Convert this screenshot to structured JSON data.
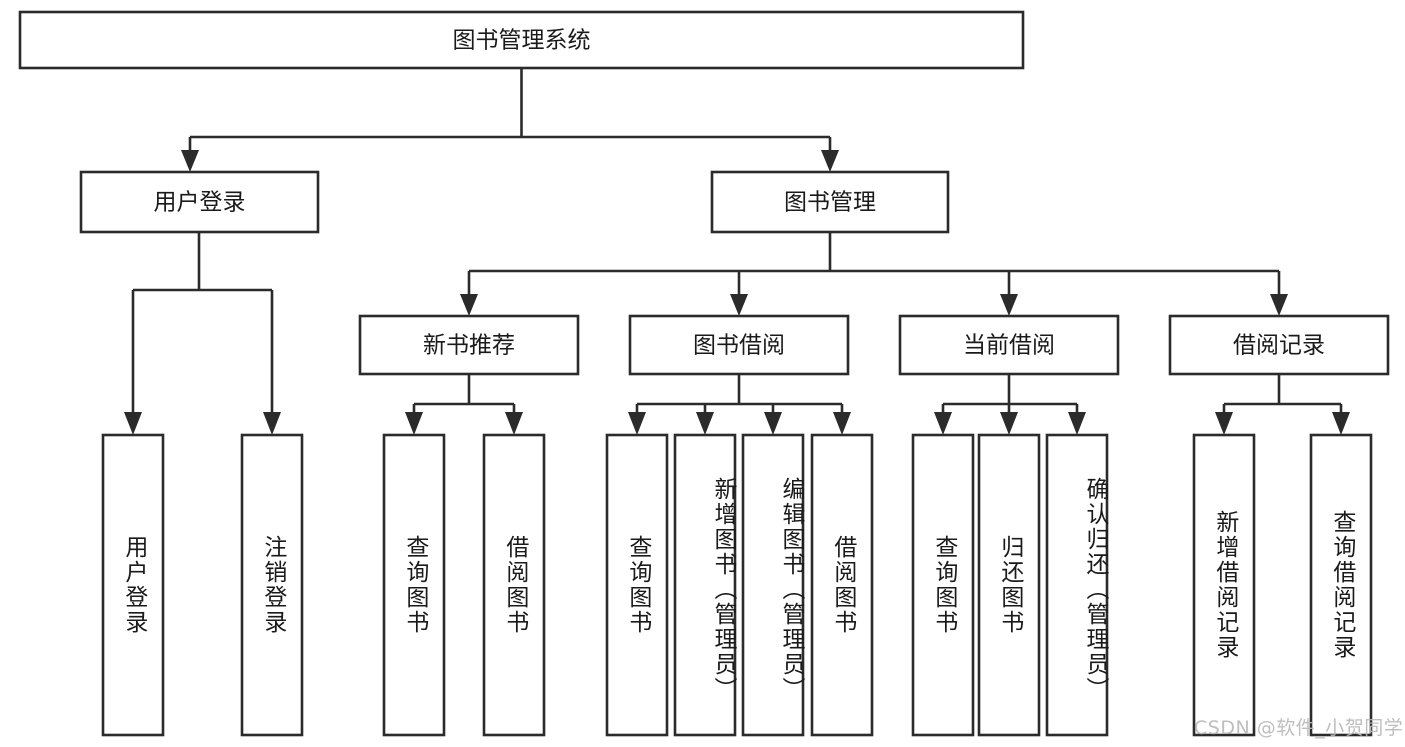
{
  "diagram": {
    "type": "tree-structure-chart",
    "title": "图书管理系统",
    "root": {
      "id": "root",
      "label": "图书管理系统"
    },
    "level2": [
      {
        "id": "user-login",
        "label": "用户登录"
      },
      {
        "id": "book-manage",
        "label": "图书管理"
      }
    ],
    "level3": [
      {
        "id": "new-book-recommend",
        "label": "新书推荐",
        "parent": "book-manage"
      },
      {
        "id": "book-borrow",
        "label": "图书借阅",
        "parent": "book-manage"
      },
      {
        "id": "current-borrow",
        "label": "当前借阅",
        "parent": "book-manage"
      },
      {
        "id": "borrow-record",
        "label": "借阅记录",
        "parent": "book-manage"
      }
    ],
    "leaves": {
      "user-login": [
        {
          "id": "leaf-user-login",
          "label": "用户登录"
        },
        {
          "id": "leaf-logout",
          "label": "注销登录"
        }
      ],
      "new-book-recommend": [
        {
          "id": "leaf-query-book-1",
          "label": "查询图书"
        },
        {
          "id": "leaf-borrow-book-1",
          "label": "借阅图书"
        }
      ],
      "book-borrow": [
        {
          "id": "leaf-query-book-2",
          "label": "查询图书"
        },
        {
          "id": "leaf-add-book",
          "label": "新增图书（管理员）"
        },
        {
          "id": "leaf-edit-book",
          "label": "编辑图书（管理员）"
        },
        {
          "id": "leaf-borrow-book-2",
          "label": "借阅图书"
        }
      ],
      "current-borrow": [
        {
          "id": "leaf-query-book-3",
          "label": "查询图书"
        },
        {
          "id": "leaf-return-book",
          "label": "归还图书"
        },
        {
          "id": "leaf-confirm-return",
          "label": "确认归还（管理员）"
        }
      ],
      "borrow-record": [
        {
          "id": "leaf-add-record",
          "label": "新增借阅记录"
        },
        {
          "id": "leaf-query-record",
          "label": "查询借阅记录"
        }
      ]
    }
  },
  "watermark": {
    "text": "CSDN @软件_小贺同学"
  },
  "colors": {
    "stroke": "#2b2b2b",
    "fill": "#ffffff",
    "text": "#1a1a1a",
    "watermark": "#b9b9b9"
  }
}
